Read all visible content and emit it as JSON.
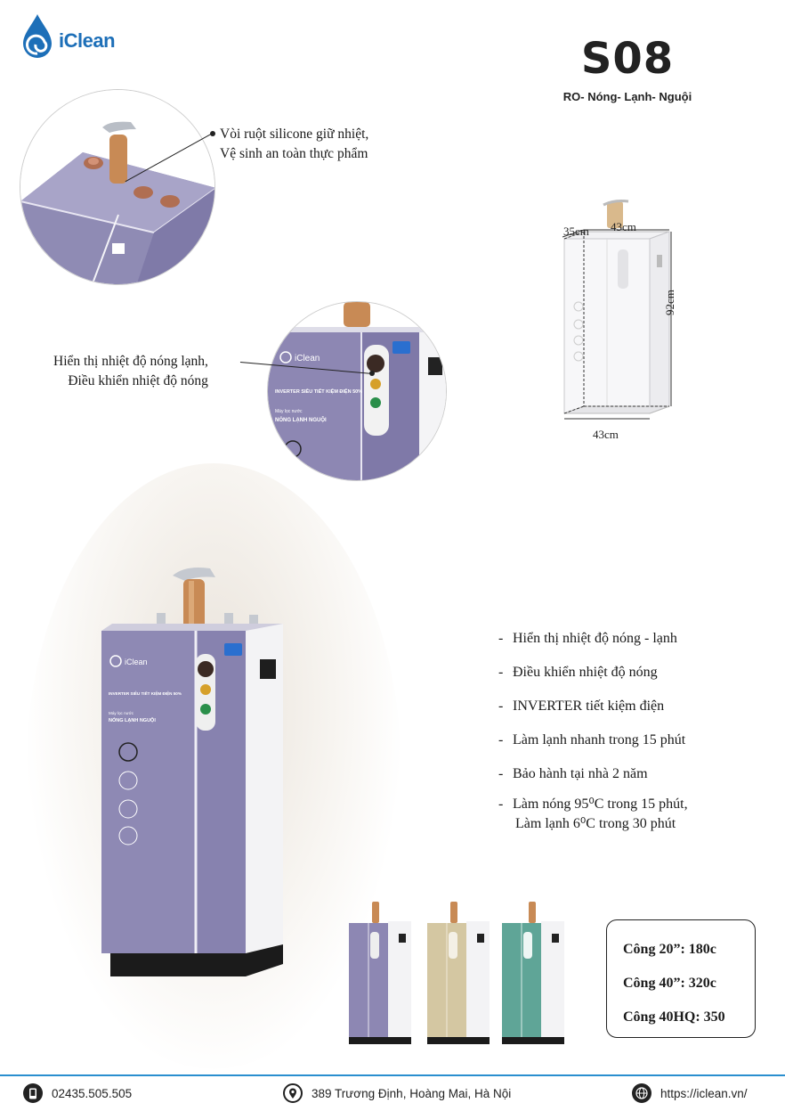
{
  "brand": {
    "name": "iClean"
  },
  "product": {
    "model": "S08",
    "subtitle": "RO- Nóng- Lạnh- Nguội"
  },
  "callouts": {
    "faucet": [
      "Vòi ruột silicone giữ nhiệt,",
      "Vệ sinh an toàn thực phẩm"
    ],
    "panel": [
      "Hiển thị nhiệt độ nóng lạnh,",
      "Điều khiển nhiệt độ nóng"
    ]
  },
  "dimensions": {
    "depth": "35cm",
    "width_top": "43cm",
    "height": "92cm",
    "width_bottom": "43cm"
  },
  "features": [
    "Hiển thị nhiệt độ nóng - lạnh",
    "Điều khiển nhiệt độ nóng",
    "INVERTER tiết kiệm điện",
    "Làm lạnh nhanh trong 15 phút",
    "Bảo hành tại nhà 2 năm",
    "Làm nóng 95⁰C trong 15 phút,"
  ],
  "feature_continuation": "Làm lạnh 6⁰C trong 30 phút",
  "container_capacity": [
    "Công 20”: 180c",
    "Công 40”: 320c",
    "Công 40HQ: 350"
  ],
  "product_panel_text": {
    "inverter": "INVERTER SIÊU TIẾT KIỆM ĐIỆN 50%",
    "type_small": "Máy lọc nước",
    "type_big": "NÓNG LẠNH NGUỘI",
    "logo": "iClean"
  },
  "colors": {
    "purple": "#8d87b3",
    "beige": "#d4c7a2",
    "teal": "#5fa597",
    "accent": "#2a8fcf",
    "copper": "#c88a55"
  },
  "footer": {
    "phone": "02435.505.505",
    "address": "389 Trương Định, Hoàng Mai, Hà Nội",
    "website": "https://iclean.vn/"
  }
}
